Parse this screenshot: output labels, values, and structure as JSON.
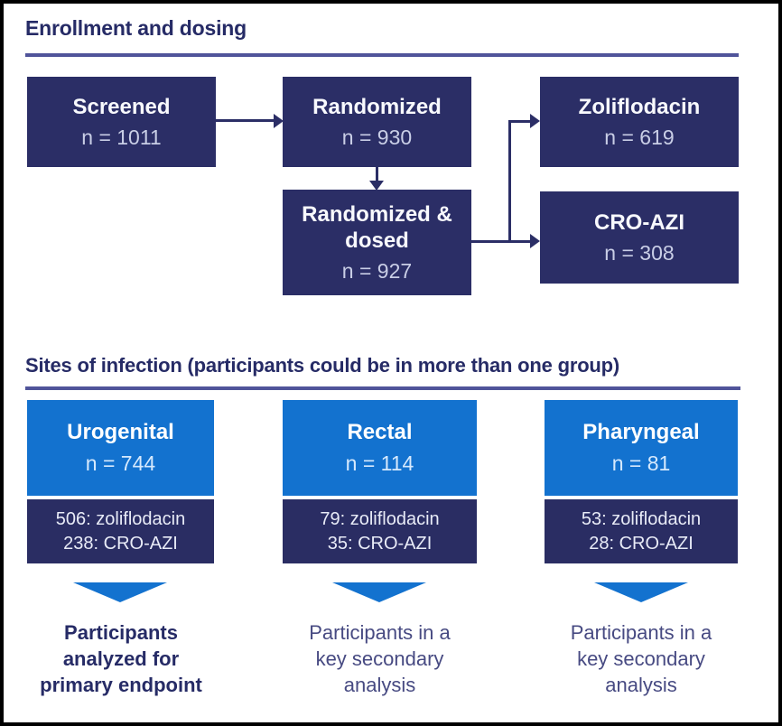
{
  "colors": {
    "navy_box": "#2b2e66",
    "blue_box": "#1372cf",
    "heading_text": "#262b66",
    "rule": "#50549a",
    "muted_caption": "#474a82",
    "light_text_navy_box": "#c9cee6",
    "light_text_blue_box": "#d6e9fd"
  },
  "sections": [
    {
      "title": "Enrollment and dosing",
      "boxes": {
        "screened": {
          "label": "Screened",
          "n": "n = 1011"
        },
        "randomized": {
          "label": "Randomized",
          "n": "n = 930"
        },
        "zoliflodacin": {
          "label": "Zoliflodacin",
          "n": "n = 619"
        },
        "randomized_dosed": {
          "label": "Randomized & dosed",
          "n": "n = 927"
        },
        "cro_azi": {
          "label": "CRO-AZI",
          "n": "n = 308"
        }
      }
    },
    {
      "title": "Sites of infection (participants could be in more than one group)",
      "columns": [
        {
          "site": "Urogenital",
          "n": "n = 744",
          "lines": [
            "506: zoliflodacin",
            "238: CRO-AZI"
          ],
          "caption_lines": [
            "Participants",
            "analyzed for",
            "primary endpoint"
          ]
        },
        {
          "site": "Rectal",
          "n": "n = 114",
          "lines": [
            "79: zoliflodacin",
            "35: CRO-AZI"
          ],
          "caption_lines": [
            "Participants in a",
            "key secondary",
            "analysis"
          ]
        },
        {
          "site": "Pharyngeal",
          "n": "n = 81",
          "lines": [
            "53: zoliflodacin",
            "28: CRO-AZI"
          ],
          "caption_lines": [
            "Participants in a",
            "key secondary",
            "analysis"
          ]
        }
      ]
    }
  ]
}
